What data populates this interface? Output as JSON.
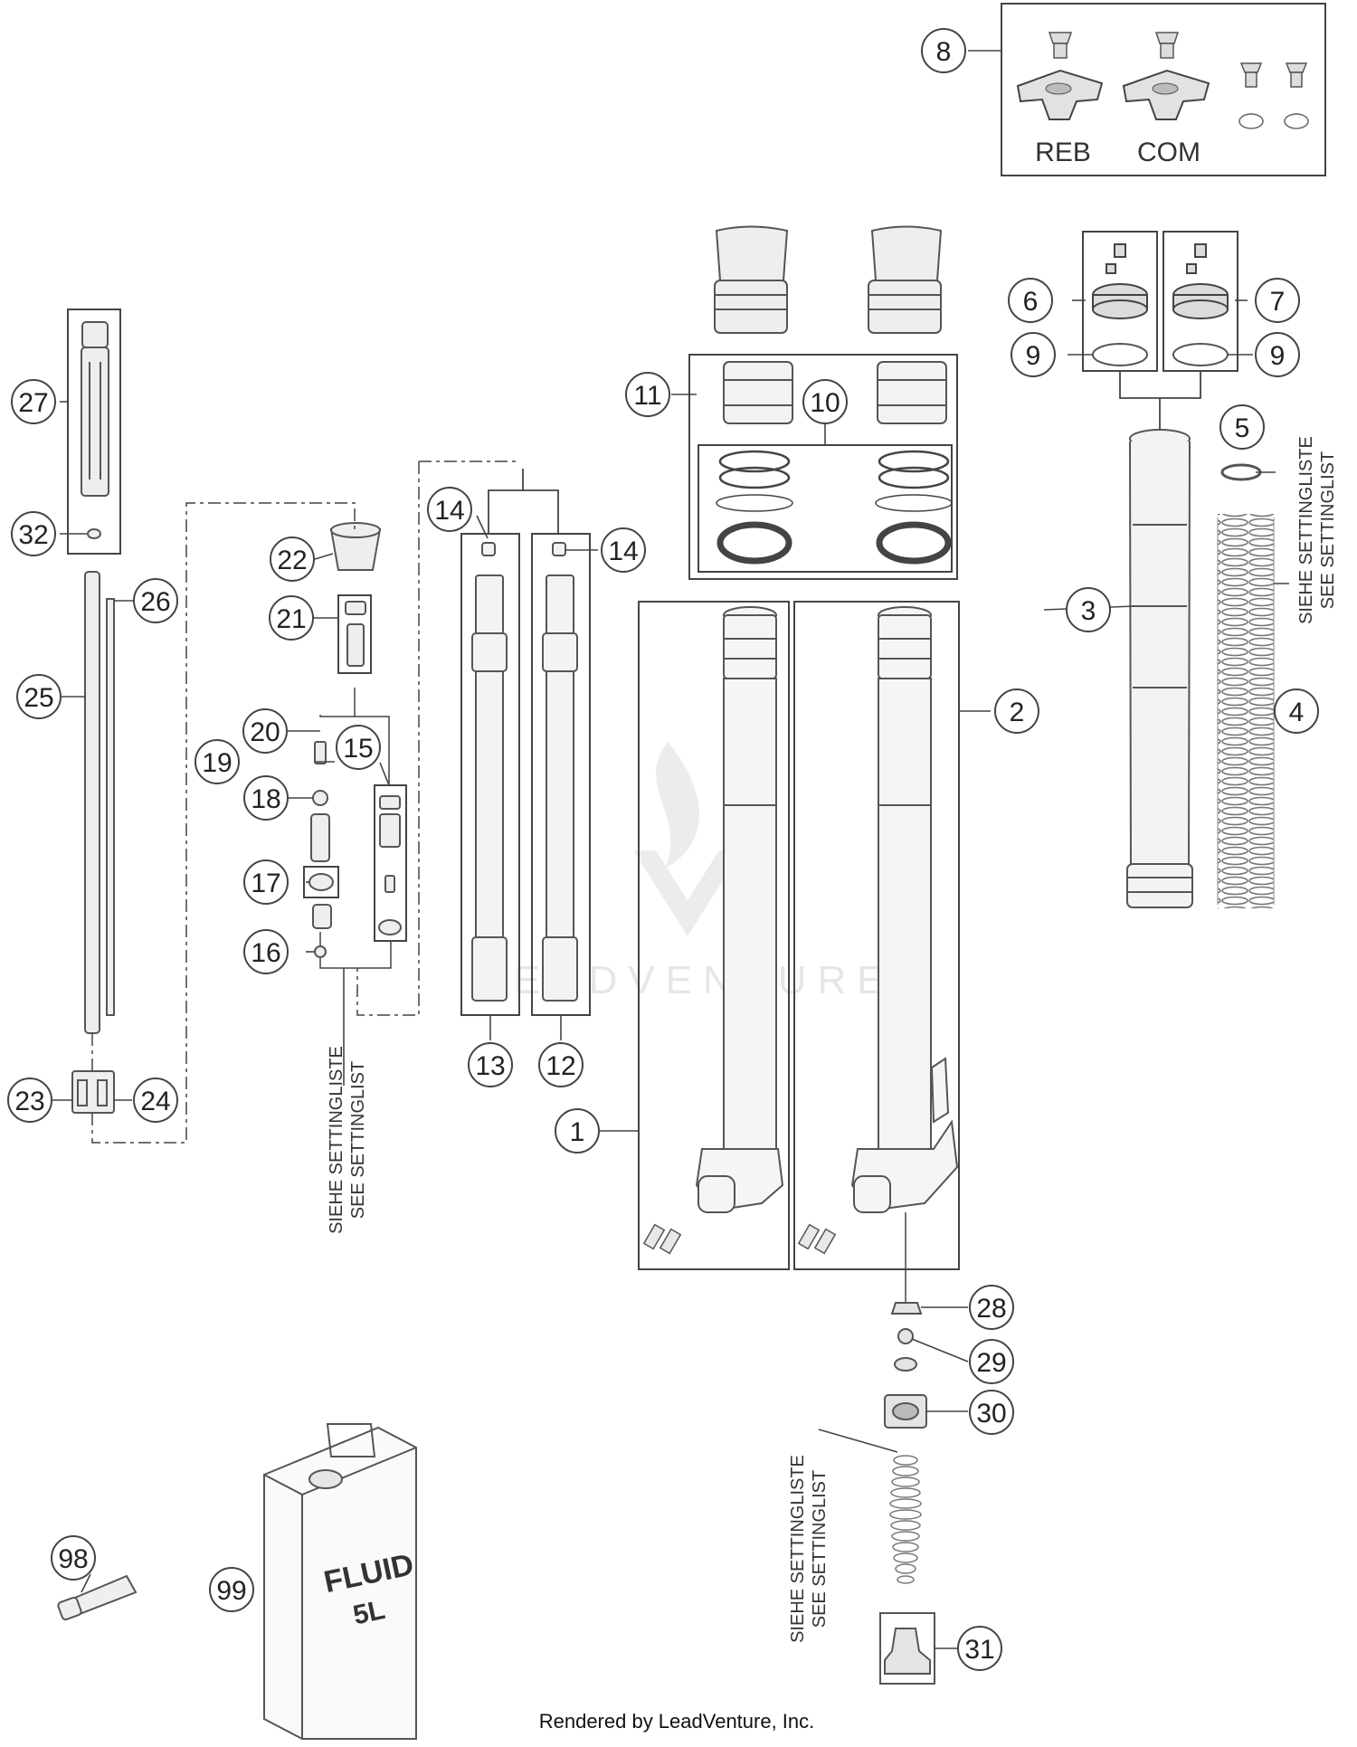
{
  "callouts": [
    "1",
    "2",
    "3",
    "4",
    "5",
    "6",
    "7",
    "8",
    "9",
    "9",
    "10",
    "11",
    "12",
    "13",
    "14",
    "14",
    "15",
    "16",
    "17",
    "18",
    "19",
    "20",
    "21",
    "22",
    "23",
    "24",
    "25",
    "26",
    "27",
    "28",
    "29",
    "30",
    "31",
    "32",
    "98",
    "99"
  ],
  "knob_labels": {
    "reb": "REB",
    "com": "COM"
  },
  "notes": {
    "a": [
      "SIEHE SETTINGLISTE",
      "SEE SETTINGLIST"
    ],
    "b": [
      "SIEHE SETTINGLISTE",
      "SEE SETTINGLIST"
    ],
    "c": [
      "SIEHE SETTINGLISTE",
      "SEE SETTINGLIST"
    ]
  },
  "fluid_can_label": [
    "FLUID",
    "5L"
  ],
  "watermark": "LEADVENTURE",
  "footer": "Rendered by LeadVenture, Inc."
}
